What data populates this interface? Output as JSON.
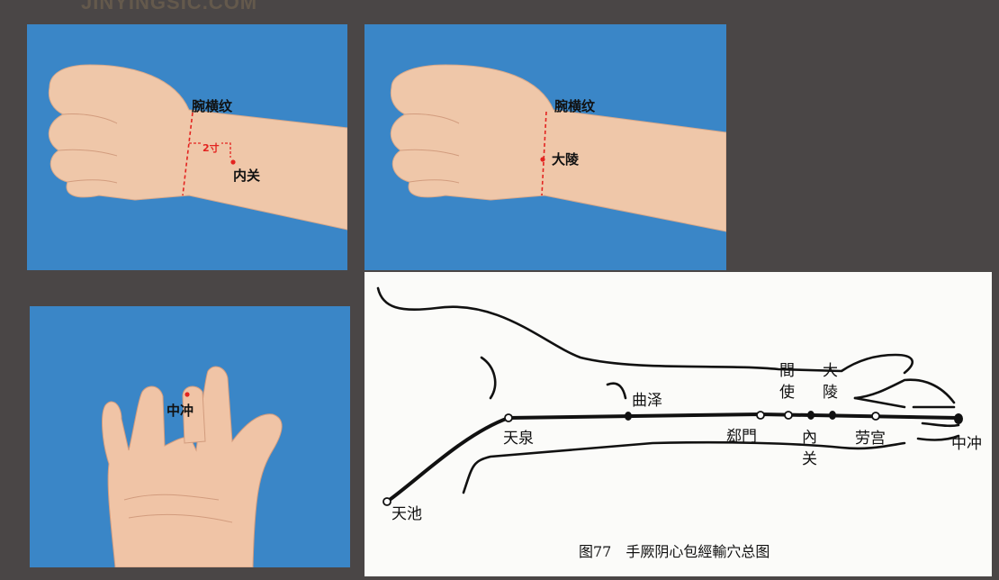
{
  "watermark": "JINYINGSIC.COM",
  "panel1": {
    "crease_label": "腕横纹",
    "distance_label": "2寸",
    "point_label": "内关"
  },
  "panel2": {
    "crease_label": "腕横纹",
    "point_label": "大陵"
  },
  "panel3": {
    "point_label": "中冲"
  },
  "diagram": {
    "points": [
      "天池",
      "天泉",
      "曲泽",
      "郄門",
      "間使",
      "內关",
      "大陵",
      "劳宫",
      "中冲"
    ],
    "caption": "图77　手厥阴心包經輸穴总图"
  },
  "colors": {
    "background": "#4a4646",
    "photo_bg": "#3a86c7",
    "marker": "#e32420"
  }
}
